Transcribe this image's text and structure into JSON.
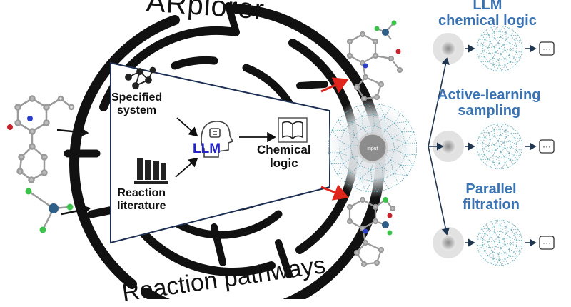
{
  "title_top": "ARplorer",
  "title_bottom": "Reaction pathways",
  "panel": {
    "specified_system": [
      "Specified",
      "system"
    ],
    "llm": "LLM",
    "reaction_literature": [
      "Reaction",
      "literature"
    ],
    "chemical_logic": [
      "Chemical",
      "logic"
    ]
  },
  "hub_label": "input",
  "right_panel": {
    "llm_logic": [
      "LLM",
      "chemical logic"
    ],
    "active_learning": [
      "Active-learning",
      "sampling"
    ],
    "parallel_filtration": [
      "Parallel",
      "filtration"
    ],
    "ellipsis": "···"
  },
  "colors": {
    "accent_blue": "#3a73b3",
    "llm_blue": "#2323c8",
    "arrow_red": "#e0261c",
    "net_teal": "#5aa6b5",
    "maze": "#111111"
  },
  "icons": [
    "molecule-network-icon",
    "ai-head-icon",
    "books-icon",
    "open-book-icon"
  ]
}
